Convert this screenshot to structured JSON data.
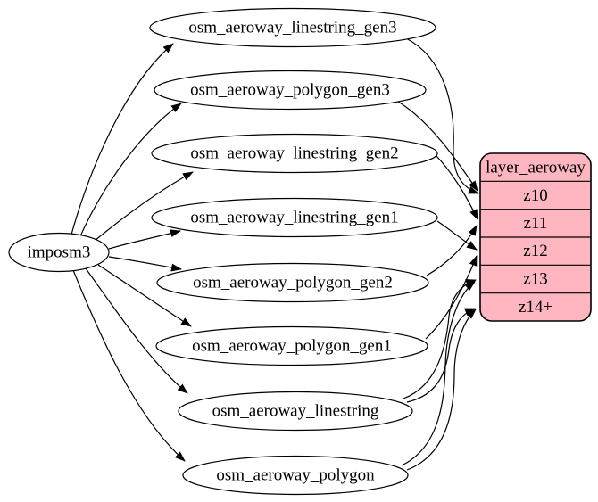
{
  "diagram": {
    "source": {
      "label": "imposm3"
    },
    "tables": [
      {
        "label": "osm_aeroway_linestring_gen3"
      },
      {
        "label": "osm_aeroway_polygon_gen3"
      },
      {
        "label": "osm_aeroway_linestring_gen2"
      },
      {
        "label": "osm_aeroway_linestring_gen1"
      },
      {
        "label": "osm_aeroway_polygon_gen2"
      },
      {
        "label": "osm_aeroway_polygon_gen1"
      },
      {
        "label": "osm_aeroway_linestring"
      },
      {
        "label": "osm_aeroway_polygon"
      }
    ],
    "layer": {
      "title": "layer_aeroway",
      "zoom_rows": [
        "z10",
        "z11",
        "z12",
        "z13",
        "z14+"
      ]
    },
    "edges": [
      {
        "from": "imposm3",
        "to": "osm_aeroway_linestring_gen3"
      },
      {
        "from": "imposm3",
        "to": "osm_aeroway_polygon_gen3"
      },
      {
        "from": "imposm3",
        "to": "osm_aeroway_linestring_gen2"
      },
      {
        "from": "imposm3",
        "to": "osm_aeroway_linestring_gen1"
      },
      {
        "from": "imposm3",
        "to": "osm_aeroway_polygon_gen2"
      },
      {
        "from": "imposm3",
        "to": "osm_aeroway_polygon_gen1"
      },
      {
        "from": "imposm3",
        "to": "osm_aeroway_linestring"
      },
      {
        "from": "imposm3",
        "to": "osm_aeroway_polygon"
      },
      {
        "from": "osm_aeroway_linestring_gen3",
        "to": "layer_aeroway.z10"
      },
      {
        "from": "osm_aeroway_polygon_gen3",
        "to": "layer_aeroway.z10"
      },
      {
        "from": "osm_aeroway_linestring_gen2",
        "to": "layer_aeroway.z11"
      },
      {
        "from": "osm_aeroway_polygon_gen2",
        "to": "layer_aeroway.z11"
      },
      {
        "from": "osm_aeroway_linestring_gen1",
        "to": "layer_aeroway.z12"
      },
      {
        "from": "osm_aeroway_polygon_gen1",
        "to": "layer_aeroway.z12"
      },
      {
        "from": "osm_aeroway_linestring",
        "to": "layer_aeroway.z13"
      },
      {
        "from": "osm_aeroway_linestring",
        "to": "layer_aeroway.z14+"
      },
      {
        "from": "osm_aeroway_polygon",
        "to": "layer_aeroway.z13"
      },
      {
        "from": "osm_aeroway_polygon",
        "to": "layer_aeroway.z14+"
      }
    ],
    "colors": {
      "background": "#ffffff",
      "node_fill": "#ffffff",
      "layer_fill": "#ffb6c1",
      "stroke": "#000000"
    }
  }
}
